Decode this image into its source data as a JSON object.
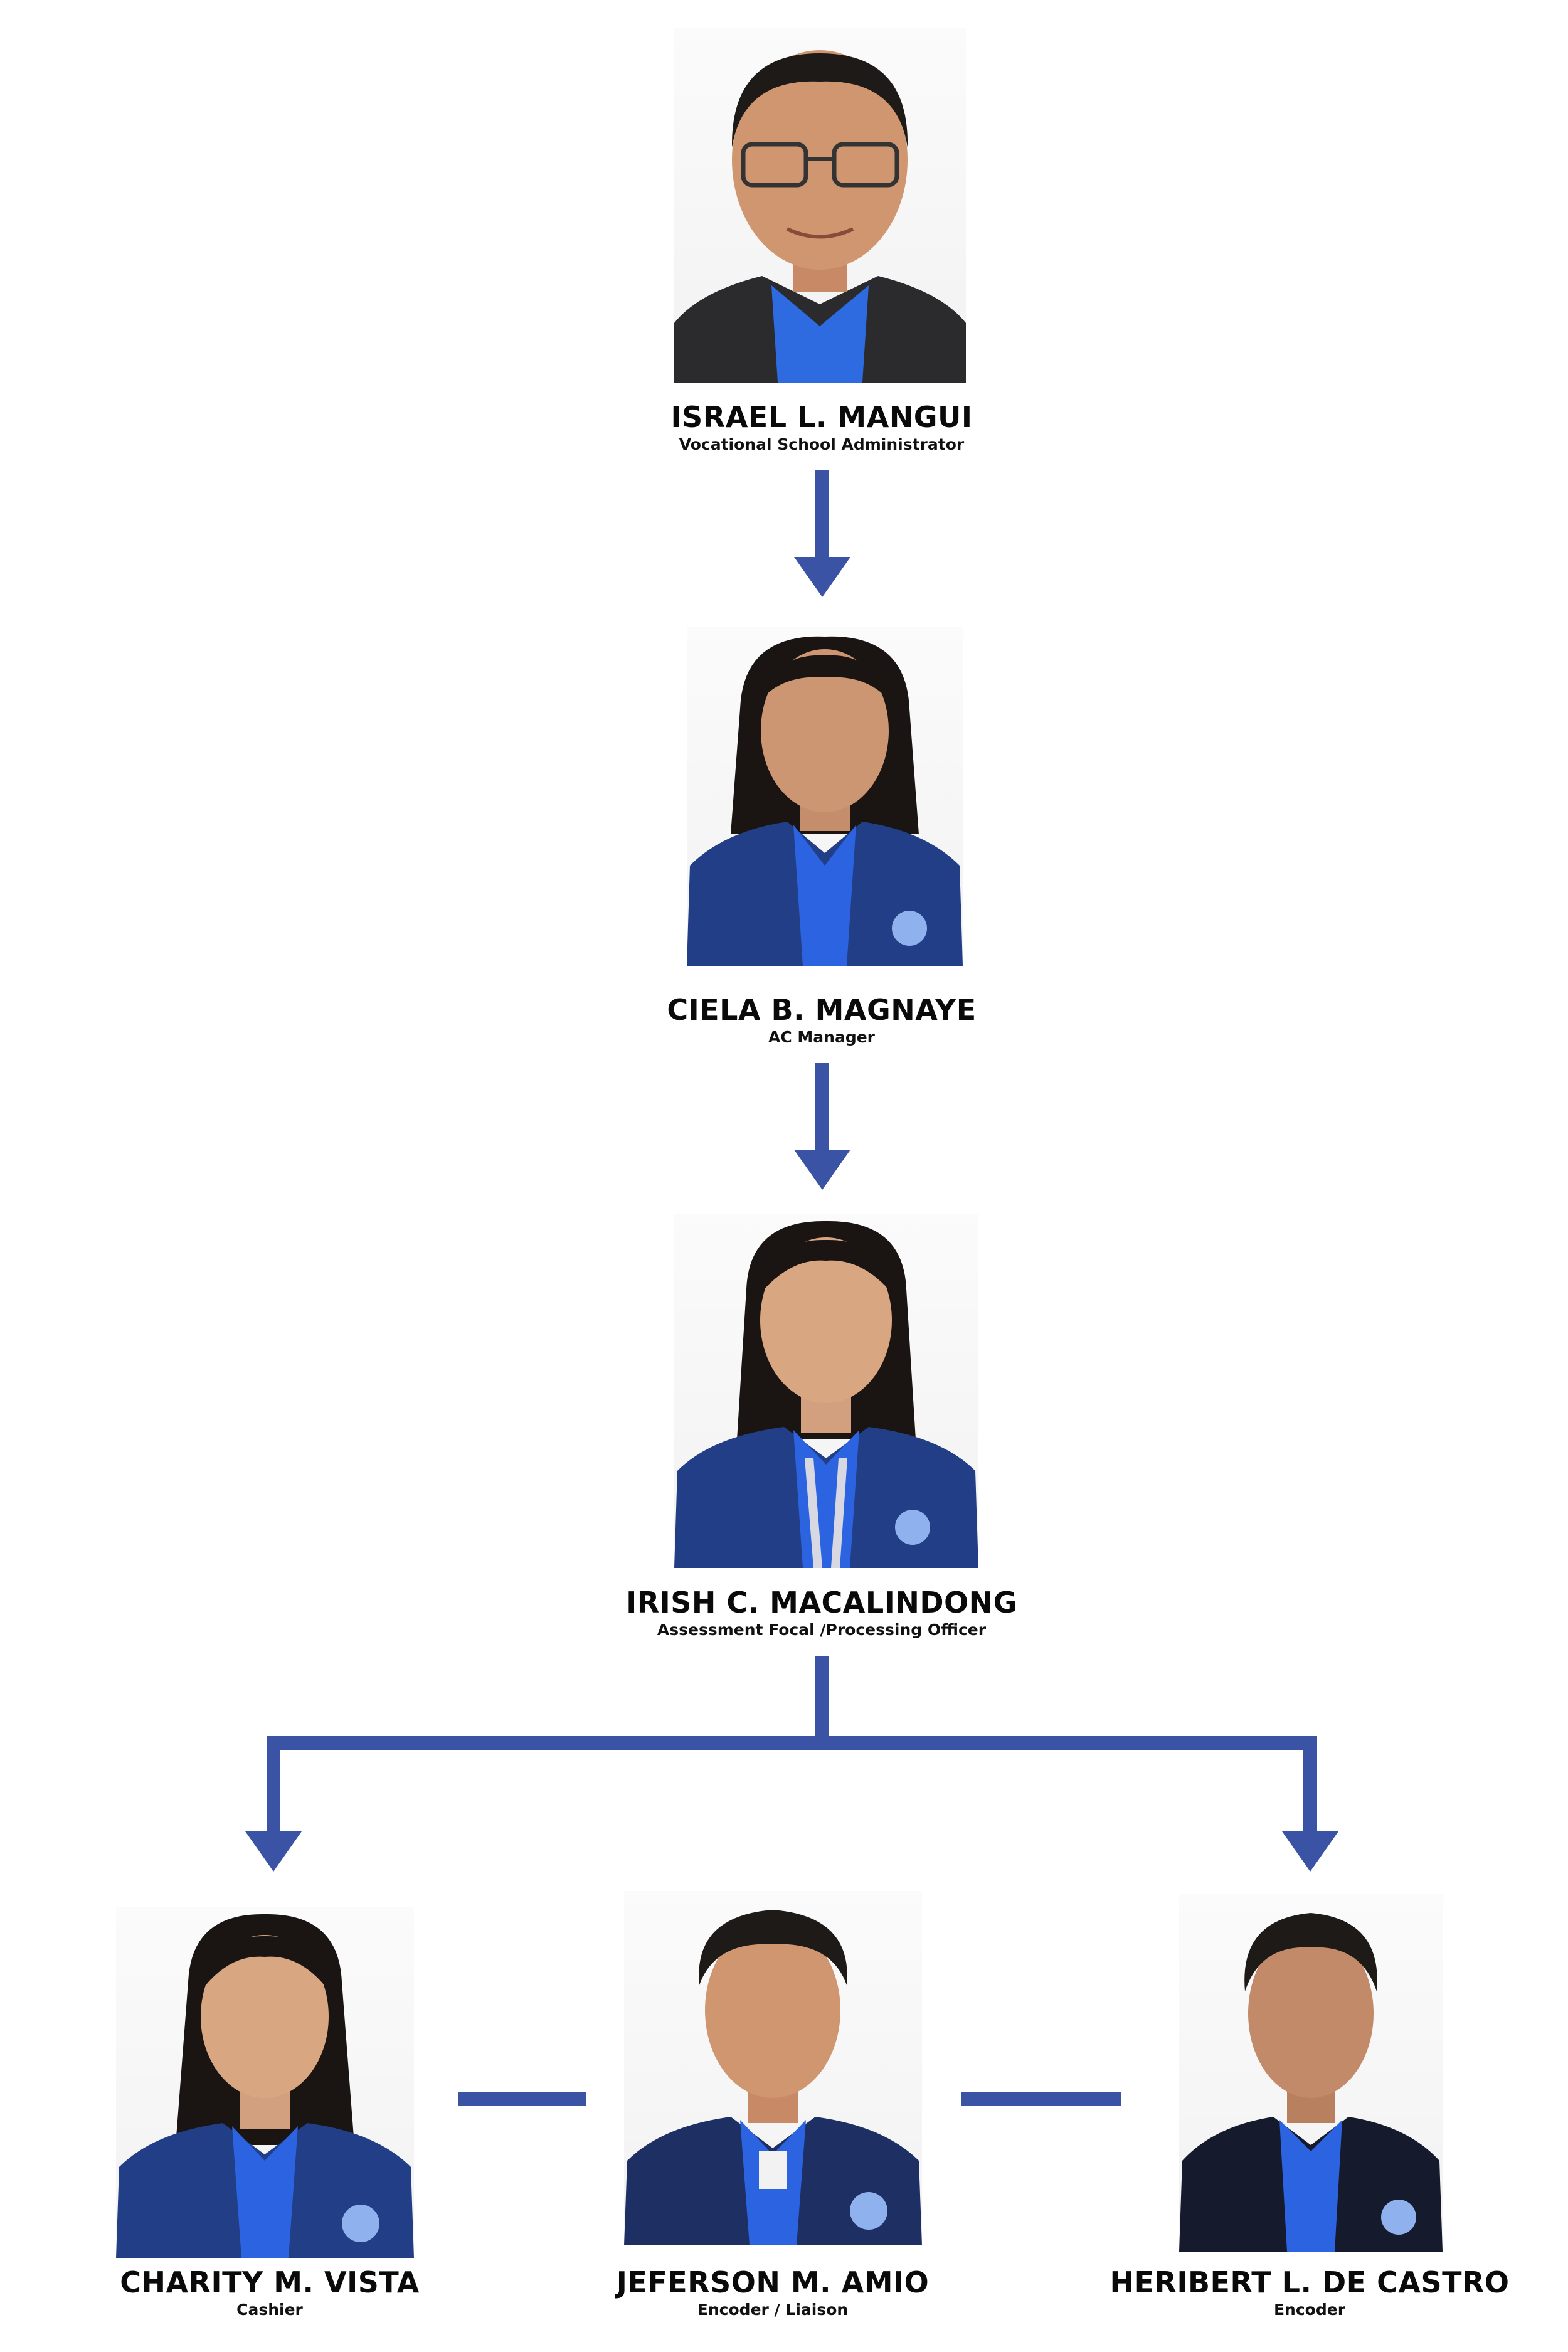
{
  "colors": {
    "connector": "#3a53a4",
    "uniform": "#1f3a7a",
    "shirt": "#2757d6",
    "skin": "#d9a07c",
    "hair": "#1a1512",
    "badge": "#8fb2ee"
  },
  "people": [
    {
      "name": "ISRAEL L. MANGUI",
      "title": "Vocational School Administrator"
    },
    {
      "name": "CIELA B. MAGNAYE",
      "title": "AC Manager"
    },
    {
      "name": "IRISH C. MACALINDONG",
      "title": "Assessment Focal /Processing Officer"
    },
    {
      "name": "CHARITY M. VISTA",
      "title": "Cashier"
    },
    {
      "name": "JEFERSON M. AMIO",
      "title": "Encoder / Liaison"
    },
    {
      "name": "HERIBERT L. DE CASTRO",
      "title": "Encoder"
    }
  ]
}
